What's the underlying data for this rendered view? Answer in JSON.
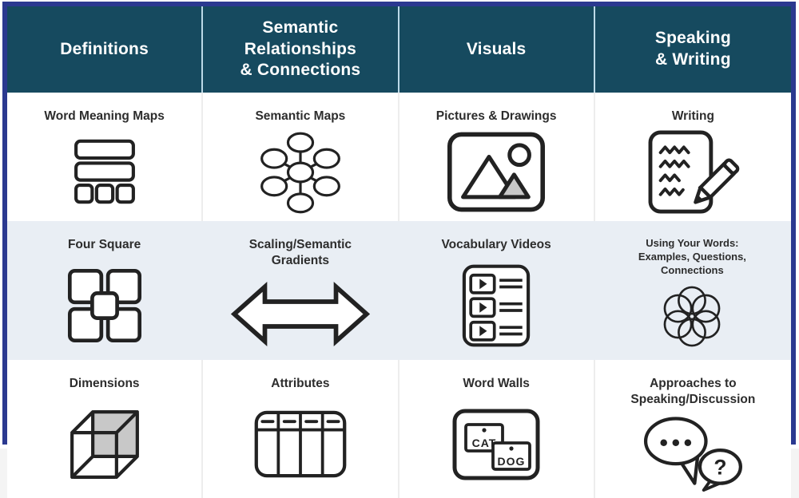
{
  "colors": {
    "outer_border": "#2b3990",
    "header_bg": "#164a5f",
    "header_text": "#ffffff",
    "header_divider": "#bcd9e7",
    "row_alt_bg": "#e9eef4",
    "body_divider": "#ededed",
    "label_text": "#2d2d2d",
    "icon_stroke": "#222222",
    "icon_gray_fill": "#c8c8c8"
  },
  "columns": [
    {
      "header": "Definitions",
      "cells": [
        {
          "label": "Word Meaning Maps",
          "icon": "word-meaning-maps-icon"
        },
        {
          "label": "Four Square",
          "icon": "four-square-icon"
        },
        {
          "label": "Dimensions",
          "icon": "cube-icon"
        }
      ]
    },
    {
      "header": "Semantic\nRelationships\n& Connections",
      "cells": [
        {
          "label": "Semantic Maps",
          "icon": "semantic-map-icon"
        },
        {
          "label": "Scaling/Semantic\nGradients",
          "icon": "double-arrow-icon"
        },
        {
          "label": "Attributes",
          "icon": "columns-table-icon"
        }
      ]
    },
    {
      "header": "Visuals",
      "cells": [
        {
          "label": "Pictures & Drawings",
          "icon": "picture-icon"
        },
        {
          "label": "Vocabulary Videos",
          "icon": "video-playlist-icon"
        },
        {
          "label": "Word Walls",
          "icon": "word-cards-icon",
          "card1": "CAT",
          "card2": "DOG"
        }
      ]
    },
    {
      "header": "Speaking\n& Writing",
      "cells": [
        {
          "label": "Writing",
          "icon": "document-pencil-icon"
        },
        {
          "label": "Using Your Words:\nExamples, Questions,\nConnections",
          "icon": "flower-circles-icon"
        },
        {
          "label": "Approaches to\nSpeaking/Discussion",
          "icon": "speech-bubbles-icon",
          "question_mark": "?"
        }
      ]
    }
  ]
}
